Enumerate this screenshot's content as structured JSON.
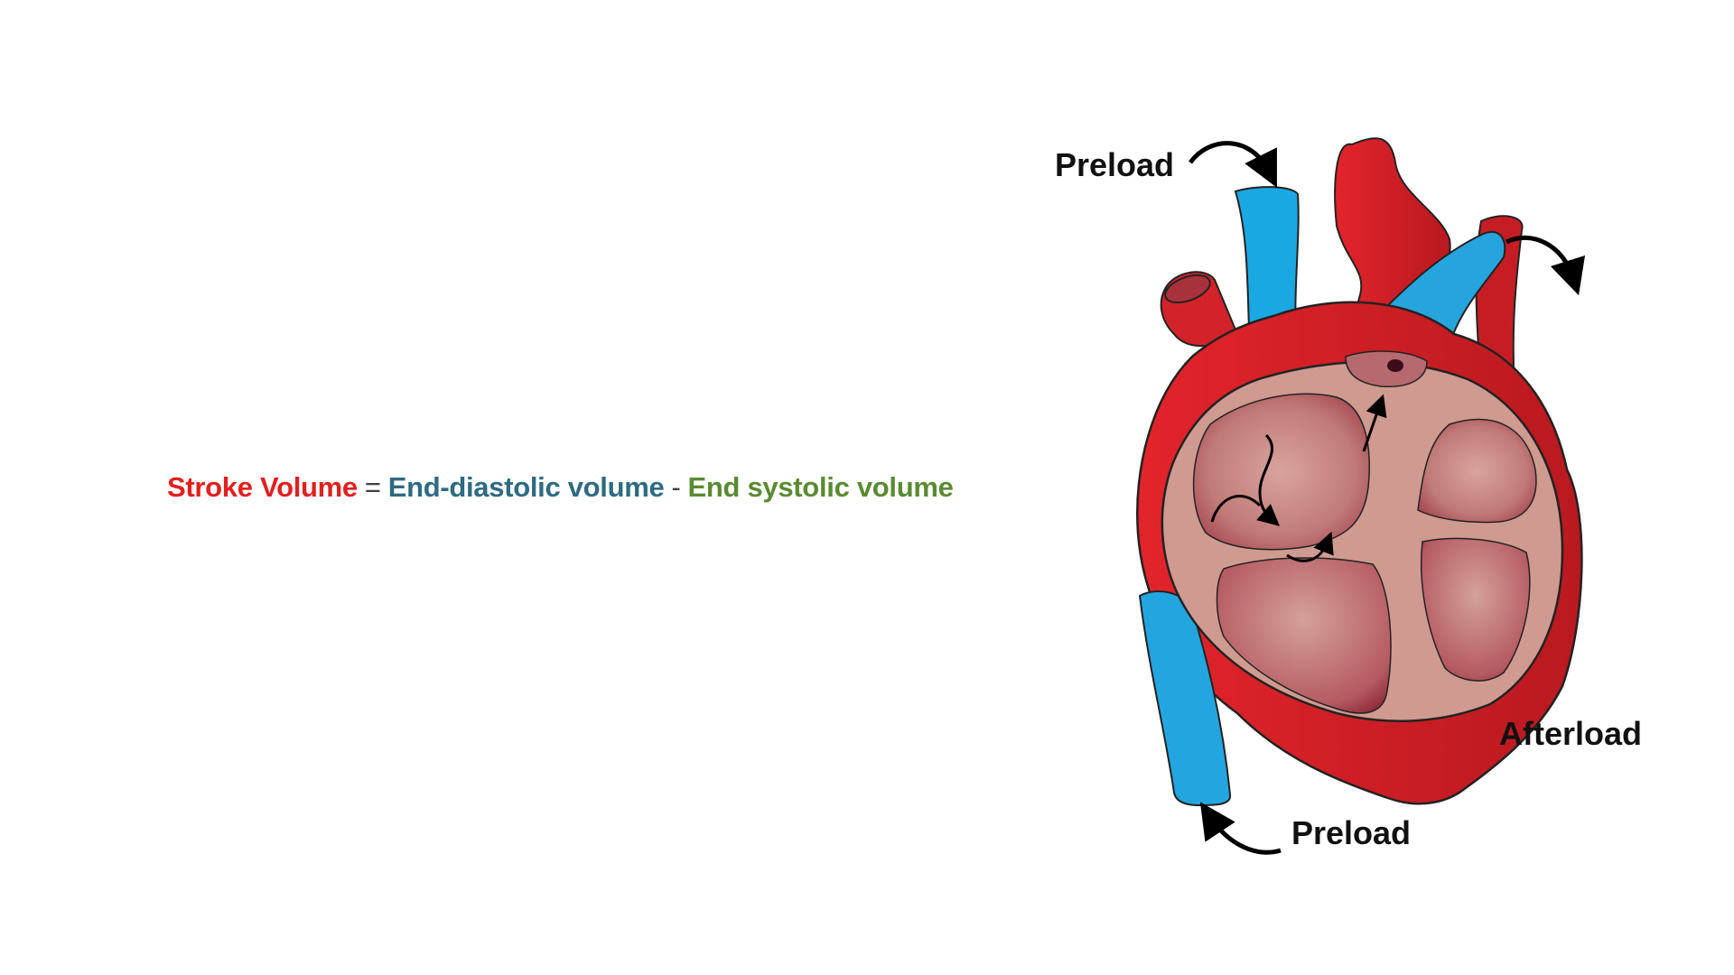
{
  "formula": {
    "stroke_volume": "Stroke Volume",
    "equals": "=",
    "end_diastolic": "End-diastolic volume",
    "minus": "-",
    "end_systolic": "End systolic volume"
  },
  "labels": {
    "preload_top": "Preload",
    "preload_bottom": "Preload",
    "afterload": "Afterload"
  },
  "colors": {
    "red_term": "#e0201f",
    "teal_term": "#2e6b80",
    "green_term": "#5a8a32",
    "artery_red": "#dd1f26",
    "vein_blue": "#1fa6e0",
    "chamber_pink": "#c9938a"
  }
}
